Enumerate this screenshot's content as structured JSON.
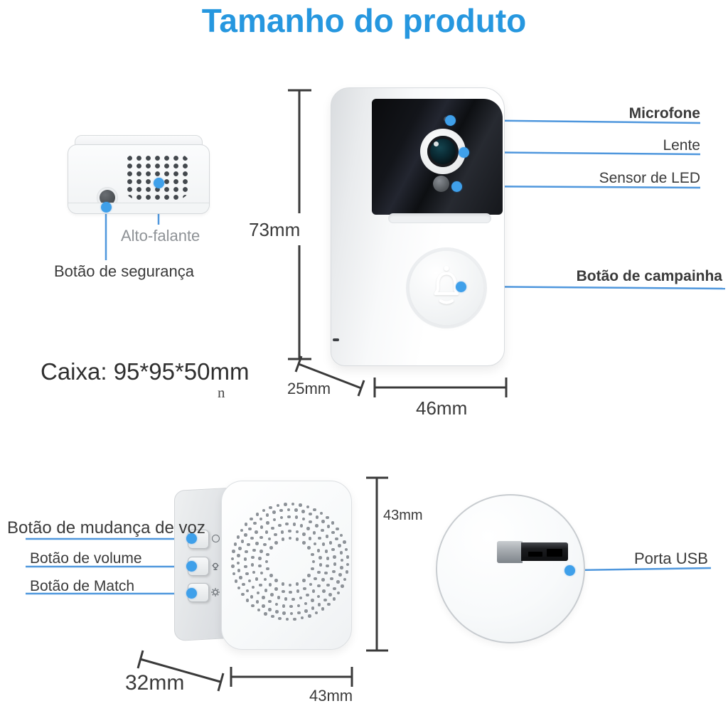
{
  "title": "Tamanho do produto",
  "doorbell": {
    "labels": {
      "microfone": "Microfone",
      "lente": "Lente",
      "sensor_led": "Sensor de LED",
      "campainha": "Botão de campainha"
    },
    "dims": {
      "height": "73mm",
      "depth": "25mm",
      "width": "46mm"
    }
  },
  "speaker_box": {
    "labels": {
      "alto_falante": "Alto-falante",
      "seguranca": "Botão de segurança"
    },
    "caixa": "Caixa: 95*95*50mm",
    "note": "n"
  },
  "chime": {
    "labels": {
      "voz": "Botão de mudança de voz",
      "volume": "Botão de volume",
      "match": "Botão de Match"
    },
    "dims": {
      "depth": "32mm",
      "width": "43mm",
      "height": "43mm"
    },
    "usb": "Porta USB"
  },
  "colors": {
    "title": "#2697df",
    "leader_line": "#4f97dd",
    "dot": "#3fa0ea",
    "dimension": "#3a3a3a"
  }
}
